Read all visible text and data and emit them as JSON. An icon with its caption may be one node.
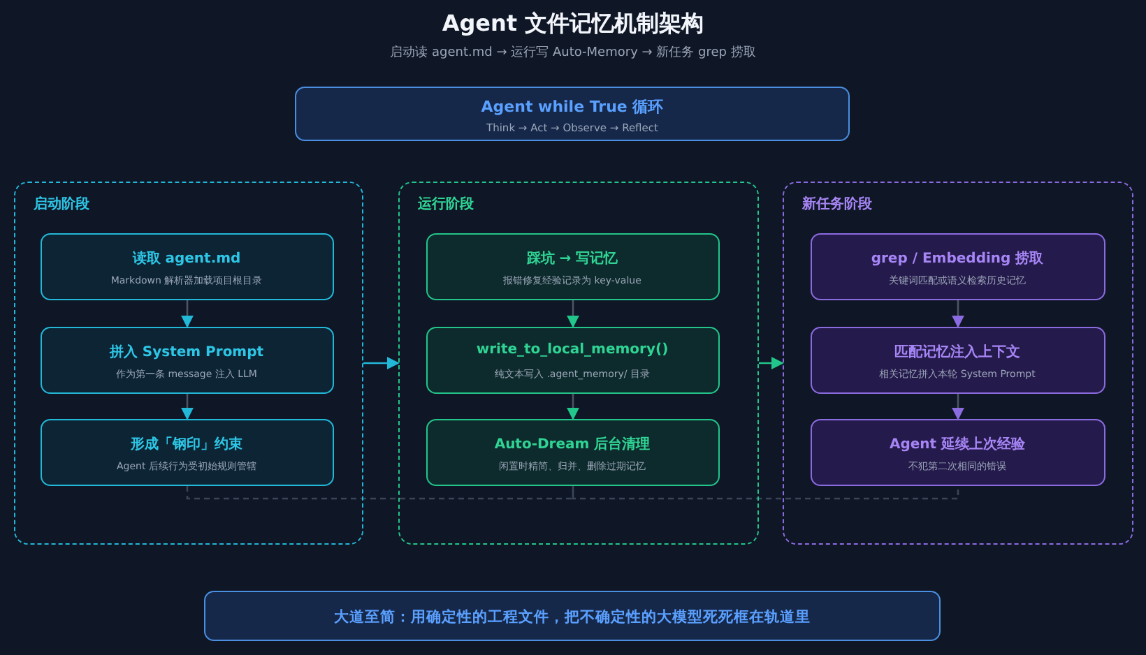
{
  "diagram": {
    "title": "Agent 文件记忆机制架构",
    "caption": "启动读 agent.md → 运行写 Auto-Memory → 新任务 grep 捞取",
    "nodes": [
      {
        "text": [
          "Agent while True 循环",
          "Think → Act → Observe → Reflect"
        ]
      },
      {
        "text": [
          "启动阶段"
        ]
      },
      {
        "text": [
          "读取 agent.md",
          "Markdown 解析器加载项目根目录"
        ],
        "in": 1
      },
      {
        "text": [
          "拼入 System Prompt",
          "作为第一条 message 注入 LLM"
        ],
        "in": 1
      },
      {
        "text": [
          "形成「钢印」约束",
          "Agent 后续行为受初始规则管辖"
        ],
        "in": 1
      },
      {
        "text": [
          "运行阶段"
        ]
      },
      {
        "text": [
          "踩坑 → 写记忆",
          "报错修复经验记录为 key-value"
        ],
        "in": 5
      },
      {
        "text": [
          "write_to_local_memory()",
          "纯文本写入 .agent_memory/ 目录"
        ],
        "in": 5
      },
      {
        "text": [
          "Auto-Dream 后台清理",
          "闲置时精简、归并、删除过期记忆"
        ],
        "in": 5
      },
      {
        "text": [
          "新任务阶段"
        ]
      },
      {
        "text": [
          "grep / Embedding 捞取",
          "关键词匹配或语义检索历史记忆"
        ],
        "in": 9
      },
      {
        "text": [
          "匹配记忆注入上下文",
          "相关记忆拼入本轮 System Prompt"
        ],
        "in": 9
      },
      {
        "text": [
          "Agent 延续上次经验",
          "不犯第二次相同的错误"
        ],
        "in": 9
      },
      {
        "text": [
          "大道至简：用确定性的工程文件，把不确定性的大模型死死框在轨道里"
        ]
      }
    ],
    "edges": [
      {
        "from": 2,
        "to": 3,
        "arrow": "to"
      },
      {
        "from": 3,
        "to": 4,
        "arrow": "to"
      },
      {
        "from": 6,
        "to": 7,
        "arrow": "to"
      },
      {
        "from": 7,
        "to": 8,
        "arrow": "to"
      },
      {
        "from": 10,
        "to": 11,
        "arrow": "to"
      },
      {
        "from": 11,
        "to": 12,
        "arrow": "to"
      },
      {
        "from": 1,
        "to": 5,
        "arrow": "to",
        "color": "#22b8d8"
      },
      {
        "from": 5,
        "to": 9,
        "arrow": "to",
        "color": "#22c58a"
      },
      {
        "from": 4,
        "to": 8,
        "arrow": "none",
        "style": "dashed",
        "color": "#3a4658"
      },
      {
        "from": 8,
        "to": 12,
        "arrow": "none",
        "style": "dashed",
        "color": "#3a4658"
      }
    ]
  }
}
